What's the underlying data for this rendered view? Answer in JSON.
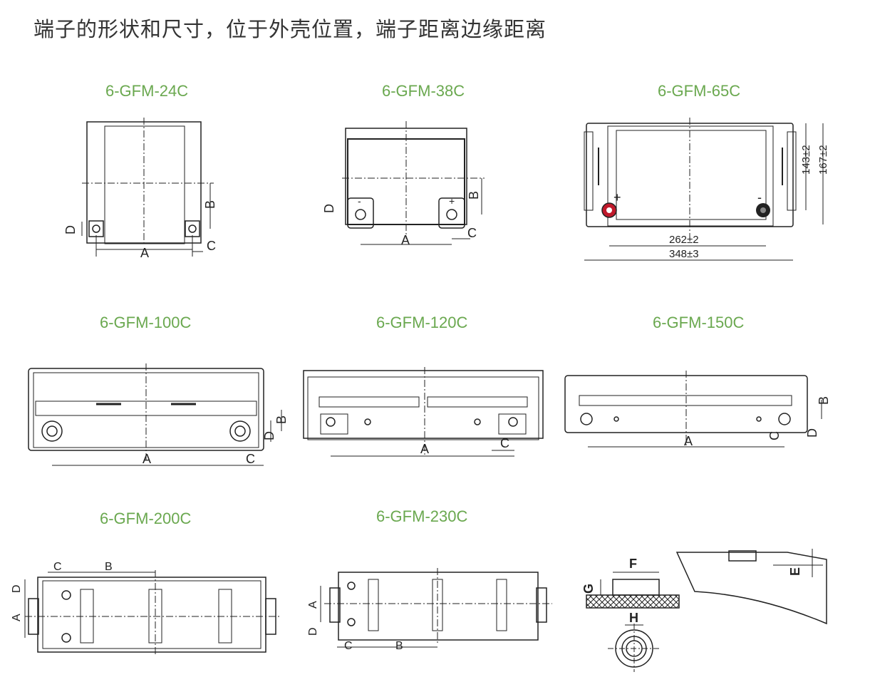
{
  "page": {
    "heading": "端子的形状和尺寸，位于外壳位置，端子距离边缘距离",
    "accent_color": "#6aa84f"
  },
  "models": [
    "6-GFM-24C",
    "6-GFM-38C",
    "6-GFM-65C",
    "6-GFM-100C",
    "6-GFM-120C",
    "6-GFM-150C",
    "6-GFM-200C",
    "6-GFM-230C"
  ],
  "dim_letters": {
    "a": "A",
    "b": "B",
    "c": "C",
    "d": "D",
    "e": "E",
    "f": "F",
    "g": "G",
    "h": "H"
  },
  "gfm65c": {
    "inner_width": "262±2",
    "outer_width": "348±3",
    "inner_height": "143±2",
    "outer_height": "167±2",
    "plus": "+",
    "minus": "-"
  },
  "polarity": {
    "plus": "+",
    "minus": "-"
  }
}
